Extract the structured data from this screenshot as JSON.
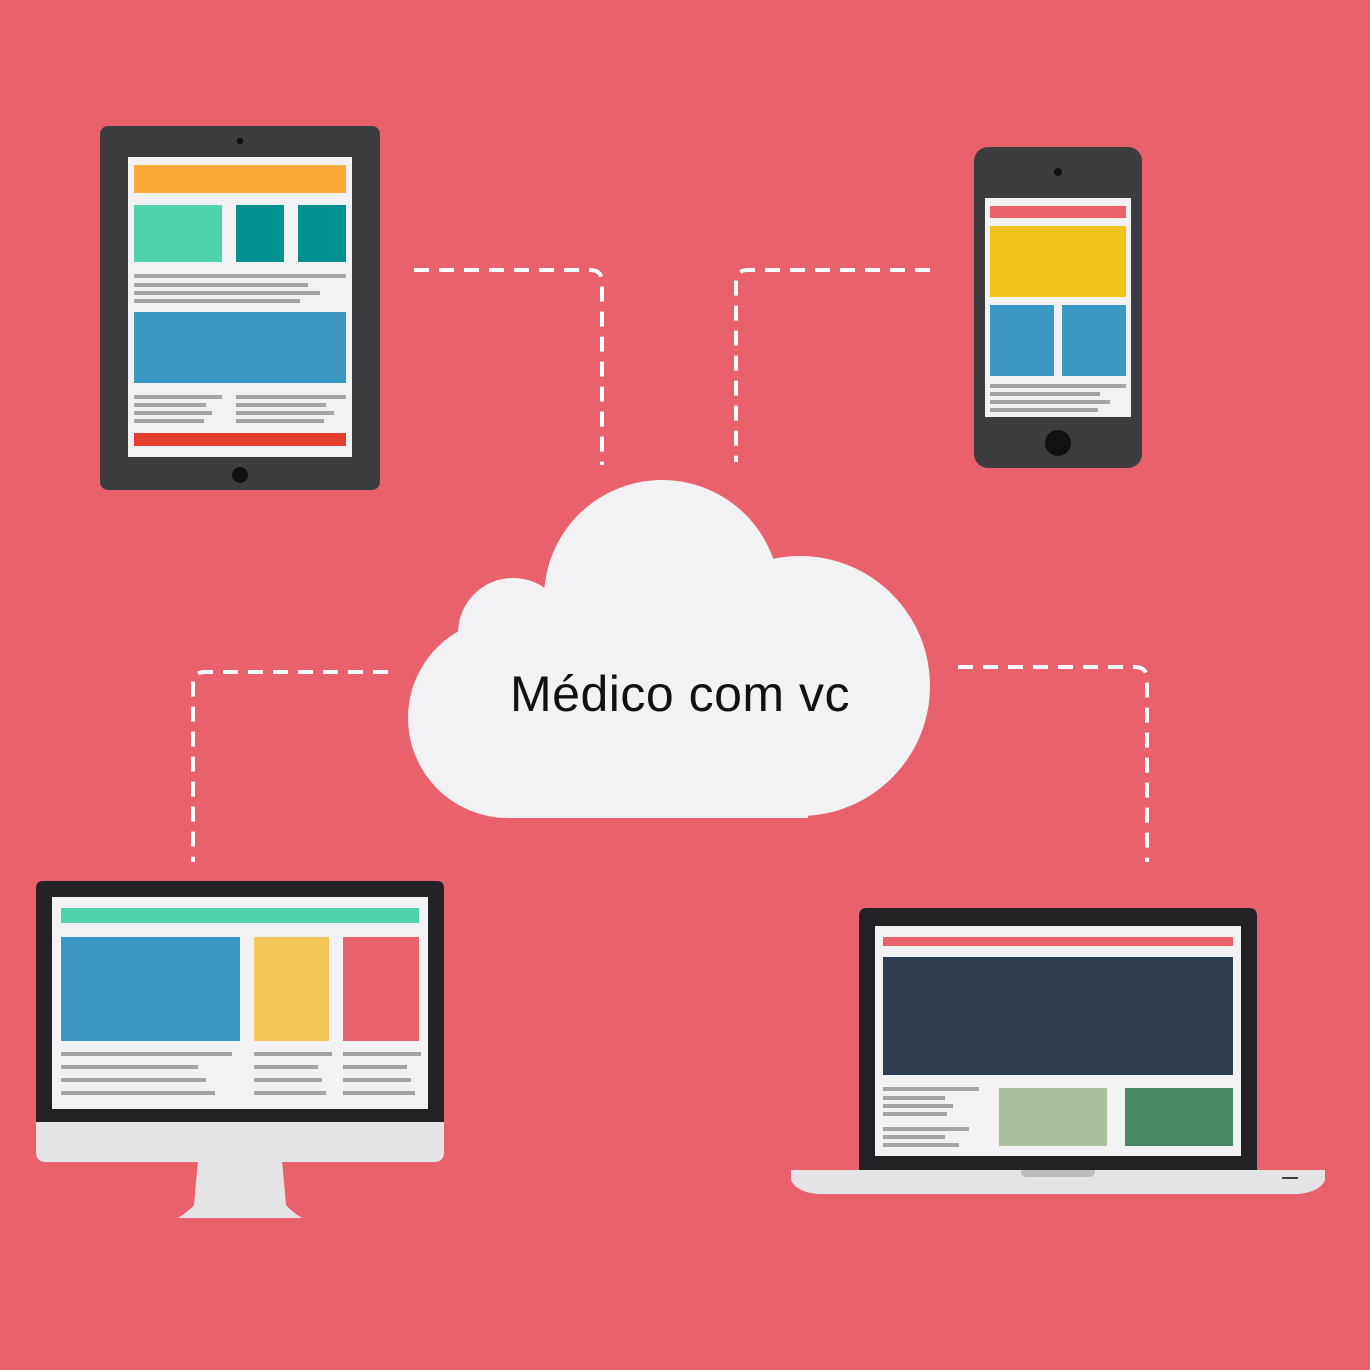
{
  "cloud": {
    "label": "Médico com vc"
  },
  "colors": {
    "background": "#e8616c",
    "device_frame": "#3d3d3f",
    "screen": "#f2f2f4",
    "cloud": "#f2f2f4",
    "orange": "#fbab3a",
    "mint": "#50d3ad",
    "teal": "#02918e",
    "blue": "#3a98c2",
    "red": "#e53e30",
    "pink": "#e8616c",
    "yellow": "#efc31c",
    "light_yellow": "#f4c658",
    "navy": "#2c3e50",
    "sage": "#a9c19f",
    "green": "#488865",
    "gray_line": "#a4a4a6",
    "stand": "#e4e4e6"
  },
  "devices": [
    {
      "kind": "tablet",
      "position": "top-left"
    },
    {
      "kind": "smartphone",
      "position": "top-right"
    },
    {
      "kind": "desktop-monitor",
      "position": "bottom-left"
    },
    {
      "kind": "laptop",
      "position": "bottom-right"
    }
  ],
  "connections": [
    {
      "from": "tablet",
      "to": "cloud",
      "style": "dashed"
    },
    {
      "from": "smartphone",
      "to": "cloud",
      "style": "dashed"
    },
    {
      "from": "desktop-monitor",
      "to": "cloud",
      "style": "dashed"
    },
    {
      "from": "laptop",
      "to": "cloud",
      "style": "dashed"
    }
  ]
}
